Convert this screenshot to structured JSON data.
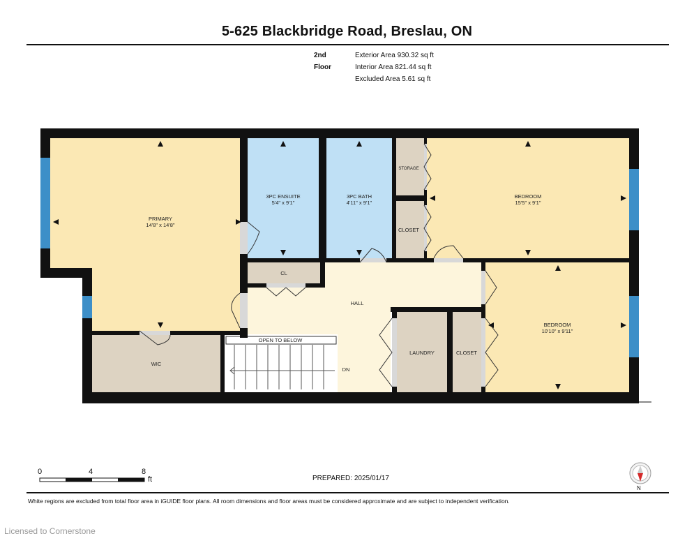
{
  "title": "5-625 Blackbridge Road, Breslau, ON",
  "floor_label": "2nd Floor",
  "areas": {
    "exterior": "Exterior Area 930.32 sq ft",
    "interior": "Interior Area 821.44 sq ft",
    "excluded": "Excluded Area 5.61 sq ft"
  },
  "rooms": {
    "primary": {
      "name": "PRIMARY",
      "dims": "14'8\" x 14'8\""
    },
    "ensuite": {
      "name": "3PC ENSUITE",
      "dims": "5'4\" x 9'1\""
    },
    "bath": {
      "name": "3PC BATH",
      "dims": "4'11\" x 9'1\""
    },
    "storage": {
      "name": "STORAGE"
    },
    "closet_top": {
      "name": "CLOSET"
    },
    "bedroom1": {
      "name": "BEDROOM",
      "dims": "15'5\" x 9'1\""
    },
    "cl": {
      "name": "CL"
    },
    "hall": {
      "name": "HALL"
    },
    "wic": {
      "name": "WIC"
    },
    "open_to_below": {
      "name": "OPEN TO BELOW"
    },
    "dn": {
      "name": "DN"
    },
    "laundry": {
      "name": "LAUNDRY"
    },
    "closet_bottom": {
      "name": "CLOSET"
    },
    "bedroom2": {
      "name": "BEDROOM",
      "dims": "10'10\" x 9'11\""
    }
  },
  "scale": {
    "labels": [
      "0",
      "4",
      "8"
    ],
    "unit": "ft"
  },
  "prepared": "PREPARED: 2025/01/17",
  "compass": {
    "label": "N"
  },
  "footer_note": "White regions are excluded from total floor area in iGUIDE floor plans. All room dimensions and floor areas must be considered approximate and are subject to independent verification.",
  "license": "Licensed to Cornerstone",
  "colors": {
    "wall": "#111111",
    "bedroom": "#fbe8b4",
    "bath": "#bfe0f5",
    "hall": "#fdf5dc",
    "utility": "#ddd3c2",
    "window": "#3d8fc8"
  }
}
